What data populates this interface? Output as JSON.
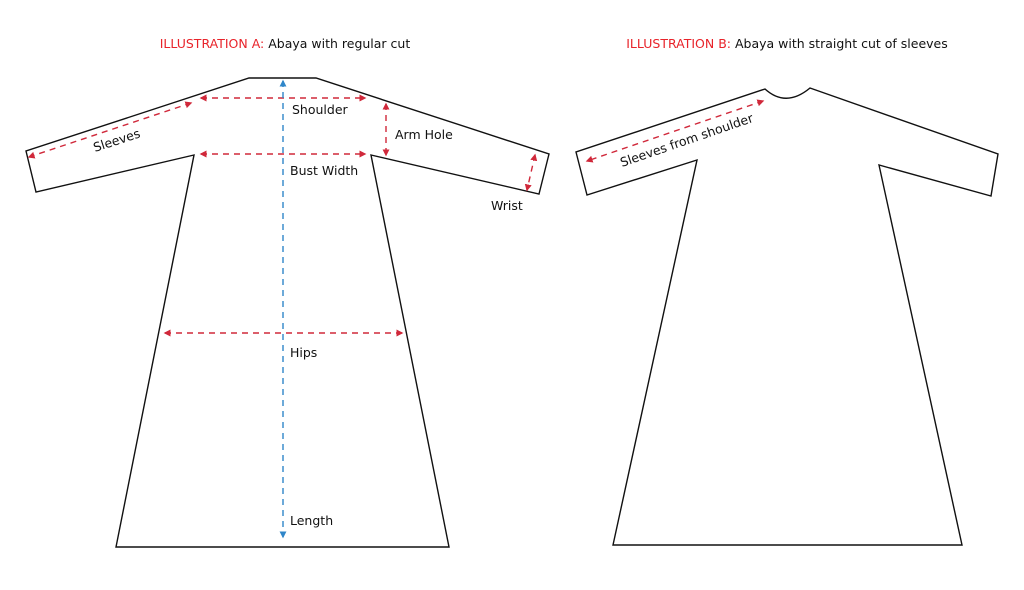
{
  "illustration_a": {
    "prefix": "ILLUSTRATION A:",
    "title": "Abaya with regular cut",
    "labels": {
      "sleeves": "Sleeves",
      "shoulder": "Shoulder",
      "arm_hole": "Arm Hole",
      "bust_width": "Bust Width",
      "wrist": "Wrist",
      "hips": "Hips",
      "length": "Length"
    }
  },
  "illustration_b": {
    "prefix": "ILLUSTRATION B:",
    "title": "Abaya with straight cut of sleeves",
    "labels": {
      "sleeves_from_shoulder": "Sleeves from shoulder"
    }
  },
  "colors": {
    "measure": "#d0283a",
    "length": "#2f86c9",
    "prefix": "#e8232a"
  }
}
